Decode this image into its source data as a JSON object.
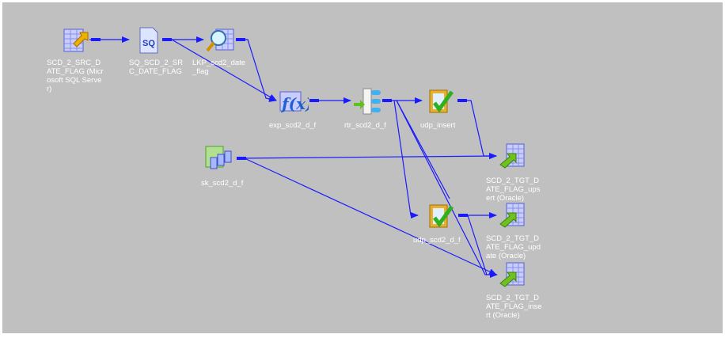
{
  "nodes": {
    "src": {
      "label": "SCD_2_SRC_DATE_FLAG (Microsoft SQL Server)",
      "icon": "source-table-icon"
    },
    "sq": {
      "label": "SQ_SCD_2_SRC_DATE_FLAG",
      "icon": "source-qualifier-icon"
    },
    "lkp": {
      "label": "LKP_scd2_date_flag",
      "icon": "lookup-icon"
    },
    "exp": {
      "label": "exp_scd2_d_f",
      "icon": "expression-icon"
    },
    "rtr": {
      "label": "rtr_scd2_d_f",
      "icon": "router-icon"
    },
    "udp_insert": {
      "label": "udp_insert",
      "icon": "update-strategy-icon"
    },
    "sk": {
      "label": "sk_scd2_d_f",
      "icon": "sequence-generator-icon"
    },
    "tgt_upsert": {
      "label": "SCD_2_TGT_DATE_FLAG_upsert (Oracle)",
      "icon": "target-table-icon"
    },
    "udp_d_f": {
      "label": "udp_scd2_d_f",
      "icon": "update-strategy-icon"
    },
    "tgt_update": {
      "label": "SCD_2_TGT_DATE_FLAG_update (Oracle)",
      "icon": "target-table-icon"
    },
    "tgt_insert": {
      "label": "SCD_2_TGT_DATE_FLAG_insert (Oracle)",
      "icon": "target-table-icon"
    }
  },
  "colors": {
    "canvas": "#c0c0c0",
    "link": "#1a1aff",
    "label": "#ffffff"
  }
}
